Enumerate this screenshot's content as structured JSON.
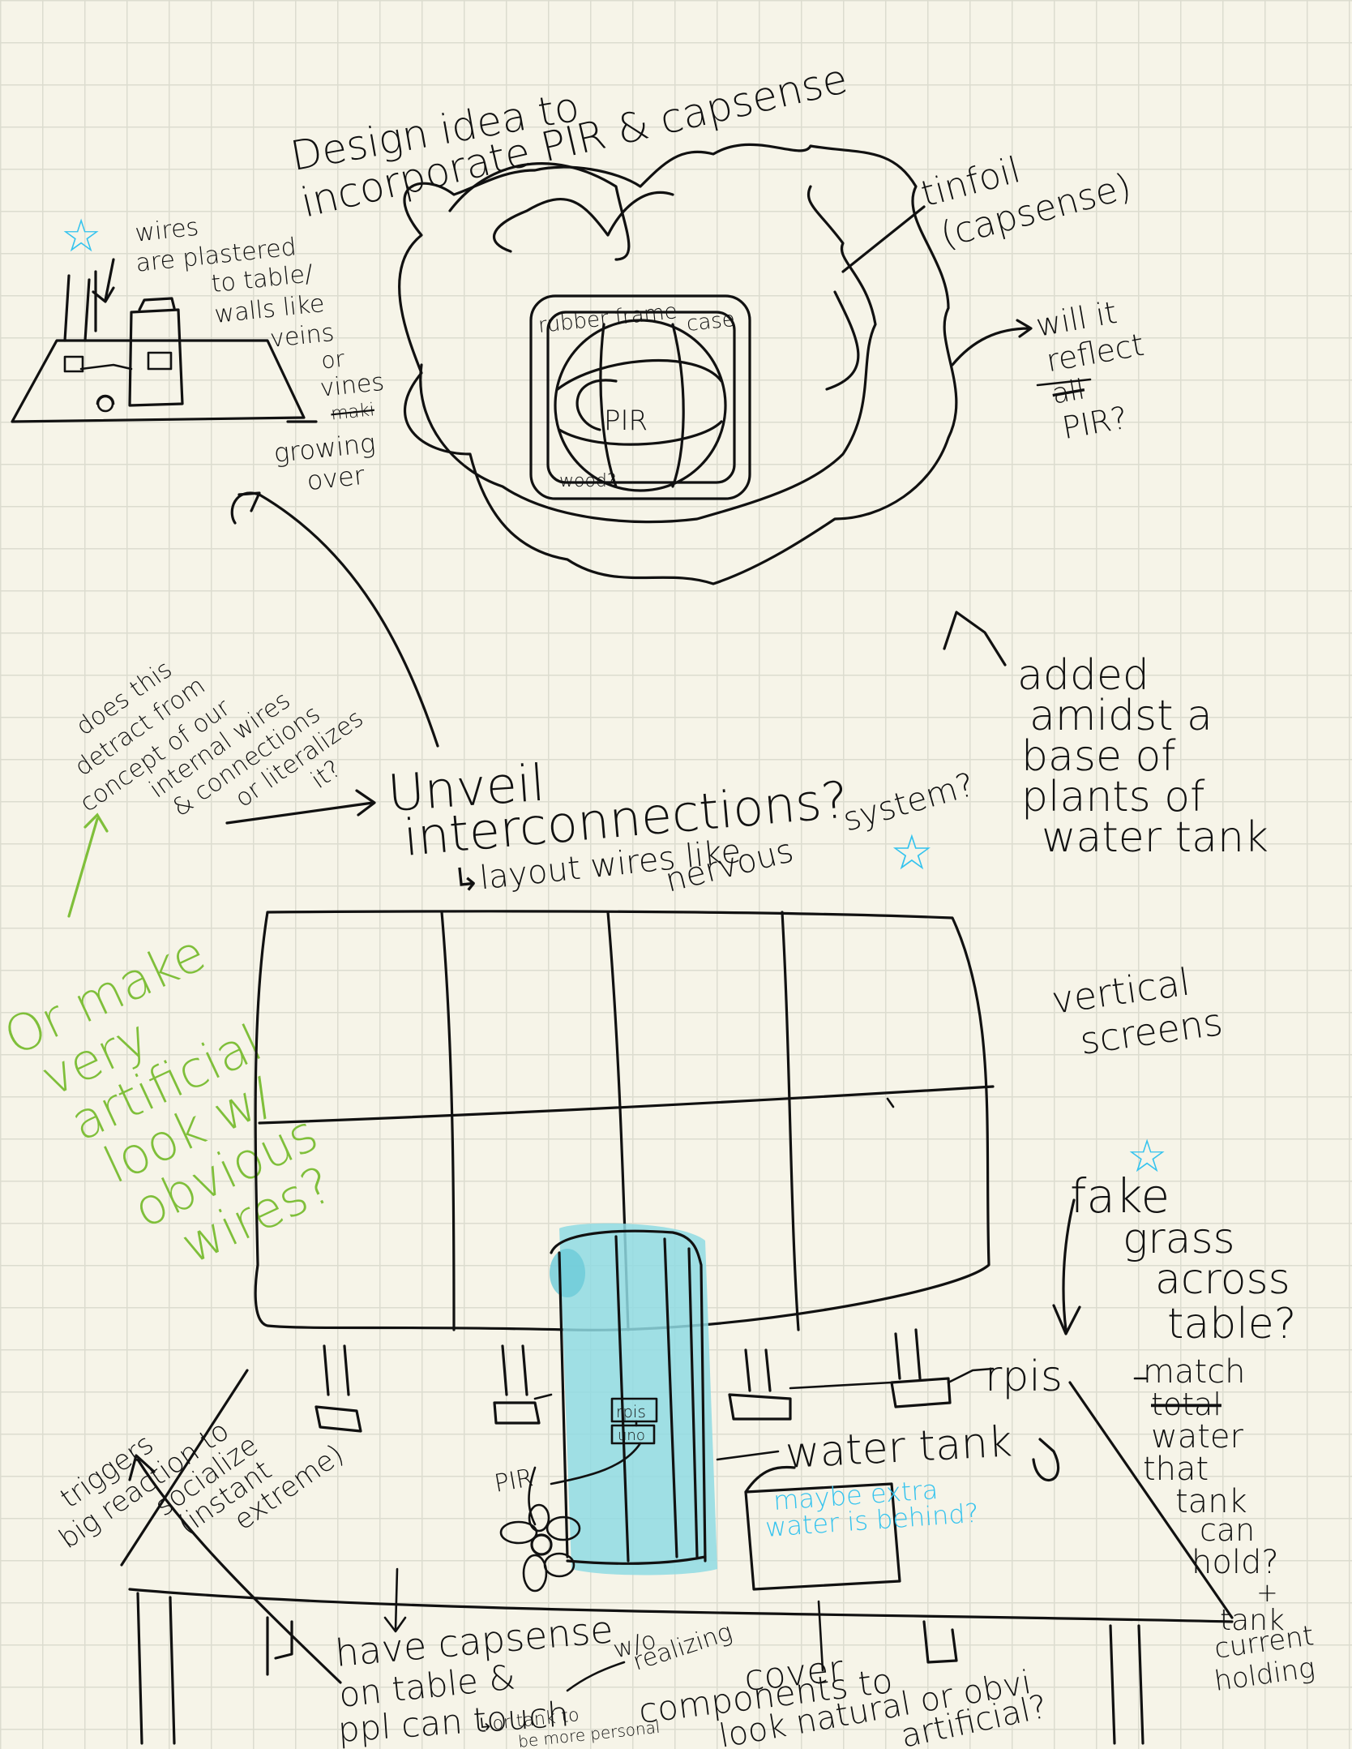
{
  "title": {
    "line1": "Design idea to",
    "line2": "incorporate PIR & capsense"
  },
  "flower_sketch": {
    "tinfoil_1": "tinfoil",
    "tinfoil_2": "(capsense)",
    "rubber_frame": "rubber frame",
    "case": "case",
    "pir": "PIR",
    "wood": "wood?",
    "reflect_1": "will it",
    "reflect_2": "reflect",
    "reflect_struck": "all",
    "reflect_3": "PIR?"
  },
  "mini_sketch": {
    "l1": "wires",
    "l2": "are plastered",
    "l3": "to table/",
    "l4": "walls like",
    "l5": "veins",
    "l6": "or",
    "l7": "vines",
    "l8_struck": "maki",
    "l9": "growing",
    "l10": "over"
  },
  "side_question": {
    "l1": "does this",
    "l2": "detract from",
    "l3": "concept of our",
    "l4": "internal wires",
    "l5": "& connections",
    "l6": "or literalizes",
    "l7": "it?"
  },
  "added_note": {
    "l1": "added",
    "l2": "amidst a",
    "l3": "base of",
    "l4": "plants of",
    "l5": "water tank"
  },
  "unveil": {
    "l1": "Unveil",
    "l2": "interconnections?",
    "l3": "↳layout wires like",
    "l4": "nervous",
    "l5": "system?"
  },
  "green_note": {
    "l1": "Or make",
    "l2": "very",
    "l3": "artificial",
    "l4": "look w/",
    "l5": "obvious",
    "l6": "wires?"
  },
  "vertical_screens": {
    "l1": "vertical",
    "l2": "screens"
  },
  "fake_grass": {
    "l1": "fake",
    "l2": "grass",
    "l3": "across",
    "l4": "table?"
  },
  "rpis_label": "rpis",
  "match_note": {
    "l1": "match",
    "l2": "total",
    "l3": "water",
    "l4": "that",
    "l5": "tank",
    "l6": "can",
    "l7": "hold?",
    "l8": "+",
    "l9": "tank",
    "l10": "current",
    "l11": "holding"
  },
  "triggers": {
    "l1": "triggers",
    "l2": "big reaction to",
    "l3": "socialize",
    "l4": "(instant",
    "l5": "extreme)"
  },
  "tank_box": {
    "rpis": "rpis",
    "uno": "uno"
  },
  "pir_label": "PIR",
  "water_tank_label": "water tank",
  "maybe_extra": {
    "l1": "maybe extra",
    "l2": "water is behind?"
  },
  "capsense_note": {
    "l1": "have capsense",
    "l2": "on table &",
    "l3": "ppl can touch",
    "l4": "w/o",
    "l5": "realizing",
    "l6": "↳or tank to",
    "l7": "be more personal"
  },
  "cover_note": {
    "l1": "cover",
    "l2": "components to",
    "l3": "look natural or obvi",
    "l4": "artificial?"
  },
  "colors": {
    "ink": "#111111",
    "green": "#7fbf3a",
    "cyan": "#34c3ee",
    "tank": "#8fdbe3",
    "paper": "#f6f4e8",
    "grid": "#dcdccf"
  }
}
